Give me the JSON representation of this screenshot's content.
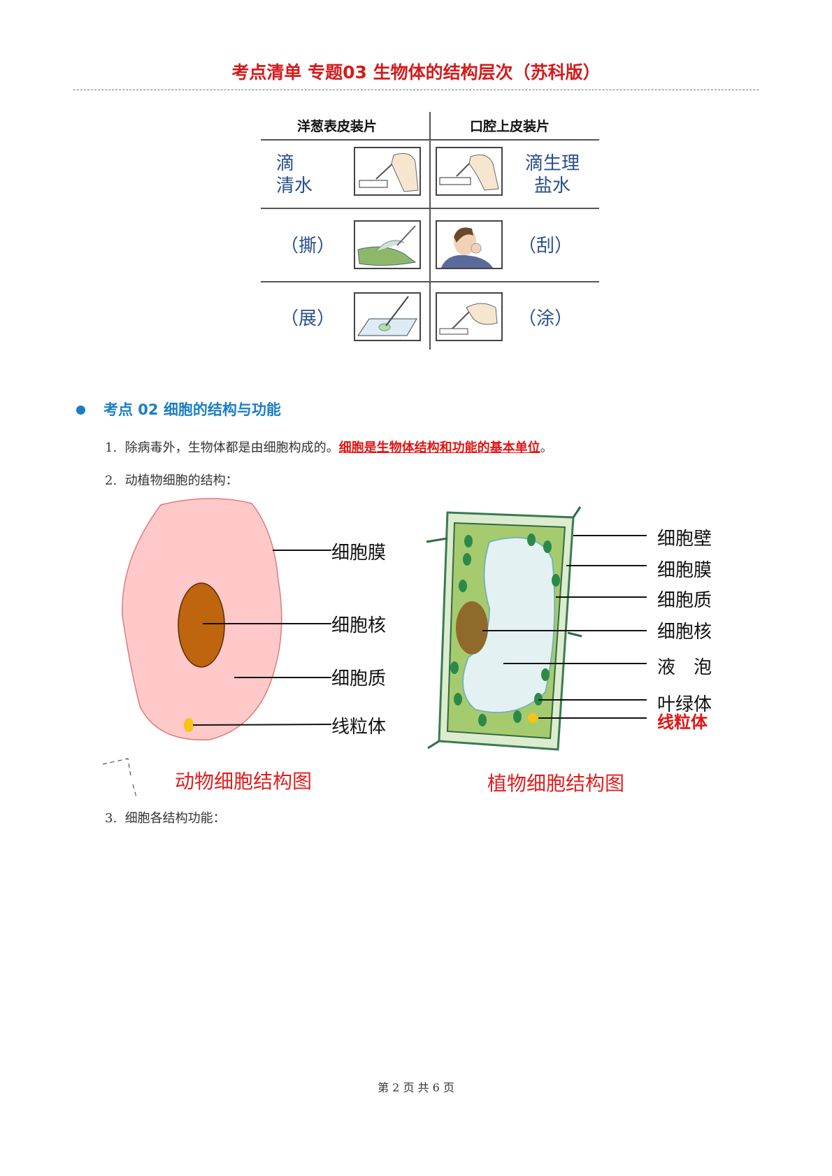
{
  "header": {
    "title": "考点清单  专题03  生物体的结构层次（苏科版）"
  },
  "table": {
    "headers": [
      "洋葱表皮装片",
      "口腔上皮装片"
    ],
    "rows": [
      {
        "left": "滴\n清水",
        "right": "滴生理\n盐水"
      },
      {
        "left": "（撕）",
        "right": "（刮）"
      },
      {
        "left": "（展）",
        "right": "（涂）"
      }
    ]
  },
  "section": {
    "title": "考点 02  细胞的结构与功能"
  },
  "items": [
    {
      "num": "1.",
      "text": "除病毒外，生物体都是由细胞构成的。",
      "highlight": "细胞是生物体结构和功能的基本单位",
      "end": "。"
    },
    {
      "num": "2.",
      "text": "动植物细胞的结构："
    },
    {
      "num": "3.",
      "text": "细胞各结构功能："
    }
  ],
  "animal_cell": {
    "labels": [
      "细胞膜",
      "细胞核",
      "细胞质",
      "线粒体"
    ],
    "caption": "动物细胞结构图"
  },
  "plant_cell": {
    "labels": [
      "细胞壁",
      "细胞膜",
      "细胞质",
      "细胞核",
      "液　泡",
      "叶绿体",
      "线粒体"
    ],
    "caption": "植物细胞结构图"
  },
  "footer": {
    "page": "第 2 页 共 6 页"
  }
}
